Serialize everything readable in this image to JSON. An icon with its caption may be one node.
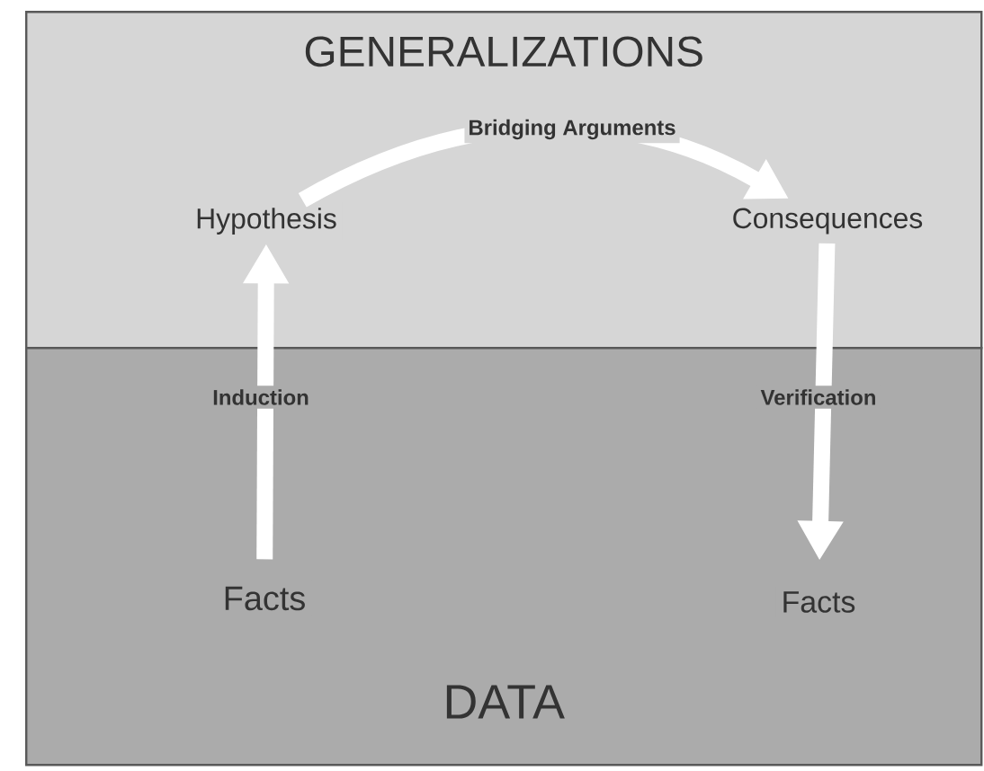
{
  "diagram": {
    "nodes": [
      {
        "text": [
          "GENERALIZATIONS"
        ]
      },
      {
        "text": [
          "Hypothesis"
        ],
        "in": 0
      },
      {
        "text": [
          "Consequences"
        ],
        "in": 0
      },
      {
        "text": [
          "DATA"
        ]
      },
      {
        "text": [
          "Facts"
        ],
        "in": 3
      },
      {
        "text": [
          "Facts"
        ],
        "in": 3
      }
    ],
    "edges": [
      {
        "from": 4,
        "to": 1,
        "arrow": "to",
        "label": "Induction"
      },
      {
        "from": 1,
        "to": 2,
        "arrow": "to",
        "label": "Bridging Arguments"
      },
      {
        "from": 2,
        "to": 5,
        "arrow": "to",
        "label": "Verification"
      }
    ]
  }
}
